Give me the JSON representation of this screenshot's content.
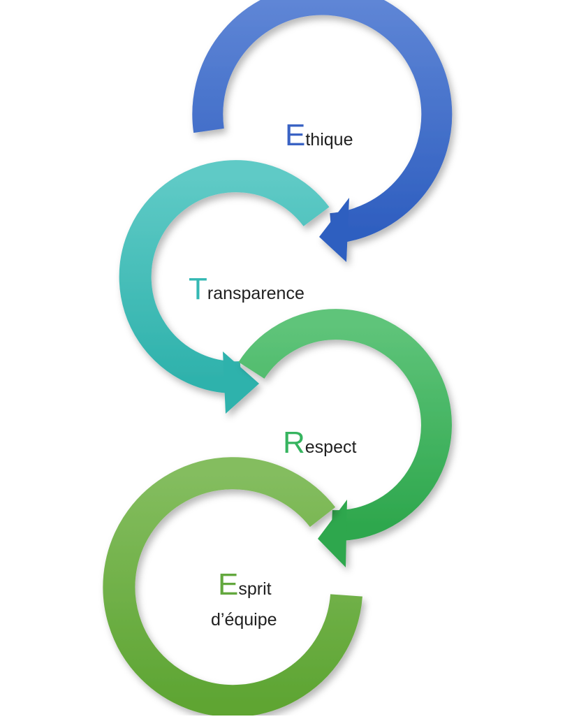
{
  "diagram": {
    "steps": [
      {
        "initial": "E",
        "rest": "thique",
        "color": "#3a63c4"
      },
      {
        "initial": "T",
        "rest": "ransparence",
        "color": "#34b8b3"
      },
      {
        "initial": "R",
        "rest": "espect",
        "color": "#36b45f"
      },
      {
        "initial": "E",
        "rest": "sprit",
        "line2": "d’équipe",
        "color": "#63a83e"
      }
    ],
    "text_color": "#1f1f1f"
  }
}
